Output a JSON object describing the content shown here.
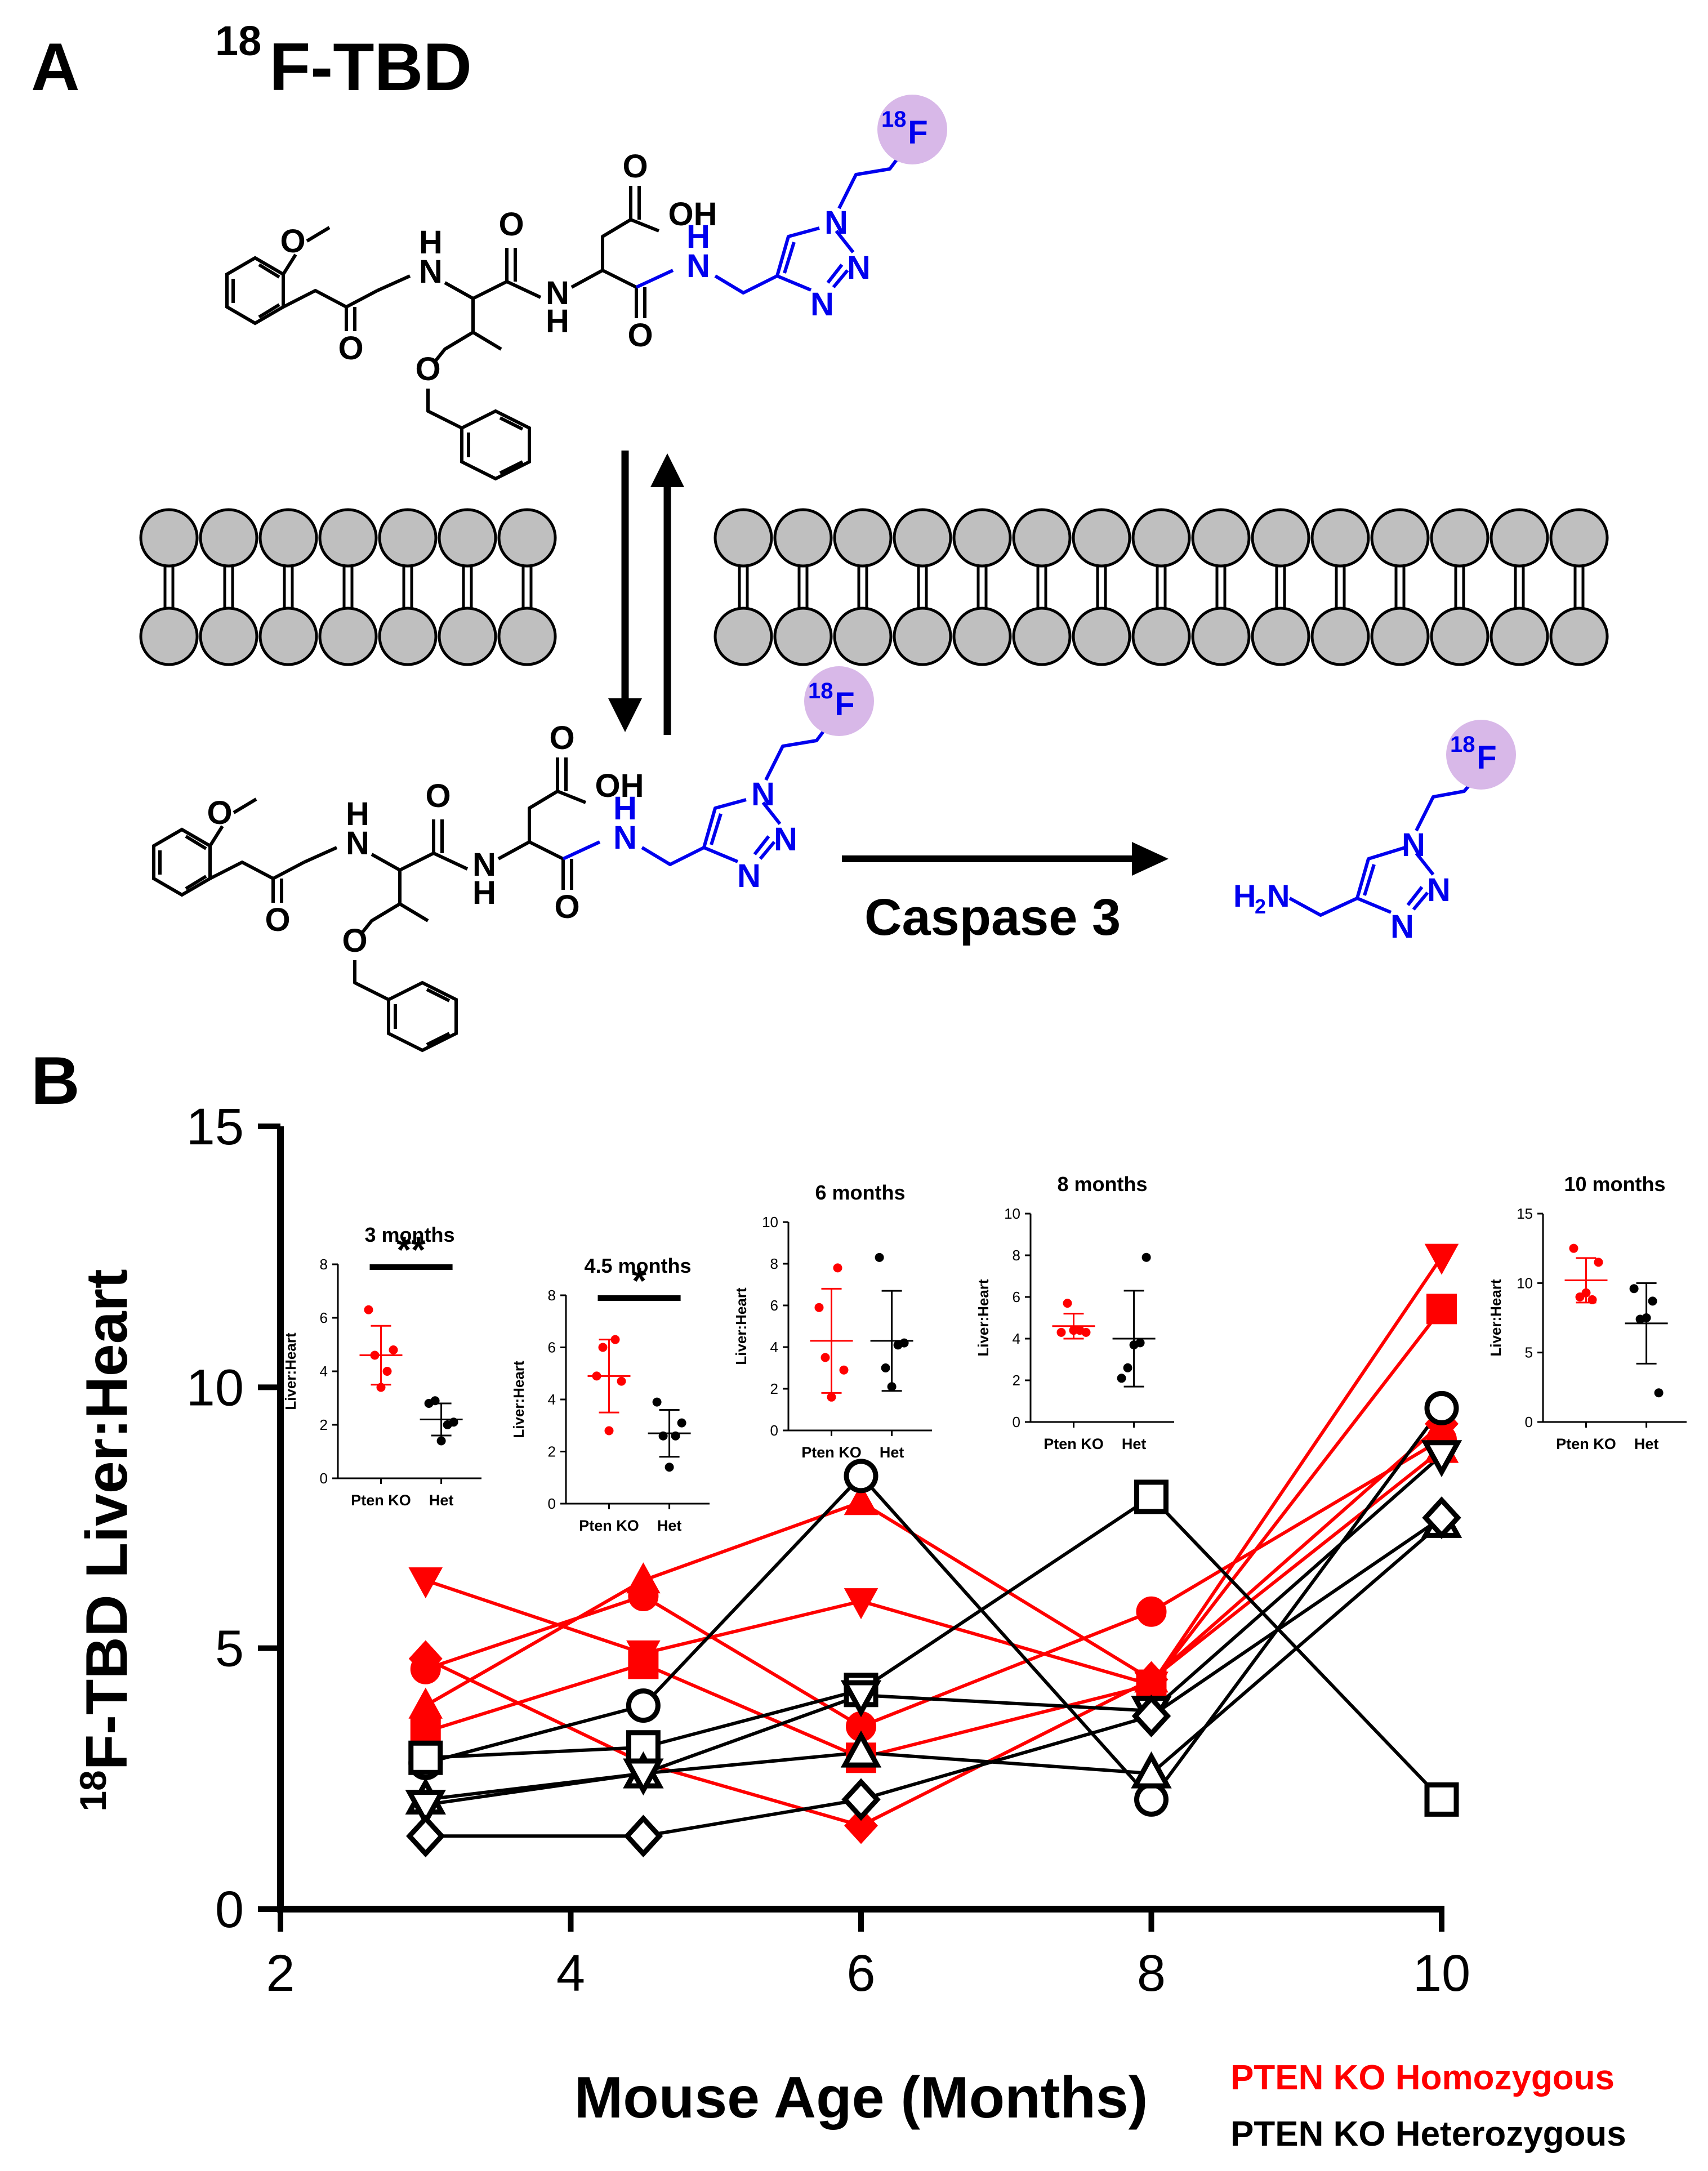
{
  "panel_a": {
    "label": "A",
    "title_sup": "18",
    "title_main": "F-TBD",
    "enzyme": "Caspase 3",
    "atoms": {
      "cooh": "OH",
      "oxygen": "O",
      "nitrogen": "N",
      "hydrogen": "H",
      "fluorine": "F",
      "isotope": "18",
      "amine_h2": "H",
      "amine_sub": "2",
      "amine_n": "N"
    }
  },
  "chart_data": [
    {
      "type": "scatter",
      "panel_label": "B",
      "xlabel": "Mouse Age (Months)",
      "ylabel_sup": "18",
      "ylabel": "F-TBD Liver:Heart",
      "xlim": [
        2,
        10
      ],
      "ylim": [
        0,
        15
      ],
      "xticks": [
        2,
        4,
        6,
        8,
        10
      ],
      "yticks": [
        0,
        5,
        10,
        15
      ],
      "x": [
        3,
        4.5,
        6,
        8,
        10
      ],
      "legend": [
        {
          "label": "PTEN KO Homozygous",
          "color": "#ff0000"
        },
        {
          "label": "PTEN KO Heterozygous",
          "color": "#000000"
        }
      ],
      "series": [
        {
          "group": "homozygous",
          "color": "#ff0000",
          "marker": "triangle-down",
          "filled": true,
          "values": [
            6.3,
            4.9,
            5.9,
            4.3,
            12.5
          ]
        },
        {
          "group": "homozygous",
          "color": "#ff0000",
          "marker": "square",
          "filled": true,
          "values": [
            3.4,
            4.7,
            2.9,
            4.3,
            11.5
          ]
        },
        {
          "group": "homozygous",
          "color": "#ff0000",
          "marker": "circle",
          "filled": true,
          "values": [
            4.6,
            6.0,
            3.5,
            5.7,
            9.0
          ]
        },
        {
          "group": "homozygous",
          "color": "#ff0000",
          "marker": "triangle-up",
          "filled": true,
          "values": [
            3.9,
            6.3,
            7.8,
            4.4,
            8.8
          ]
        },
        {
          "group": "homozygous",
          "color": "#ff0000",
          "marker": "diamond",
          "filled": true,
          "values": [
            4.8,
            2.8,
            1.6,
            4.4,
            9.3
          ]
        },
        {
          "group": "heterozygous",
          "color": "#000000",
          "marker": "circle",
          "filled": false,
          "values": [
            2.8,
            3.9,
            8.3,
            2.1,
            9.6
          ]
        },
        {
          "group": "heterozygous",
          "color": "#000000",
          "marker": "square",
          "filled": false,
          "values": [
            2.9,
            3.1,
            4.2,
            7.9,
            2.1
          ]
        },
        {
          "group": "heterozygous",
          "color": "#000000",
          "marker": "triangle-up",
          "filled": false,
          "values": [
            2.1,
            2.6,
            3.0,
            2.6,
            7.4
          ]
        },
        {
          "group": "heterozygous",
          "color": "#000000",
          "marker": "triangle-down",
          "filled": false,
          "values": [
            2.0,
            2.6,
            4.1,
            3.8,
            8.7
          ]
        },
        {
          "group": "heterozygous",
          "color": "#000000",
          "marker": "diamond",
          "filled": false,
          "values": [
            1.4,
            1.4,
            2.1,
            3.7,
            7.5
          ]
        }
      ]
    },
    {
      "type": "scatter",
      "title": "3 months",
      "ylabel": "Liver:Heart",
      "categories": [
        "Pten KO",
        "Het"
      ],
      "ylim": [
        0,
        8
      ],
      "yticks": [
        0,
        2,
        4,
        6,
        8
      ],
      "significance": "**",
      "groups": [
        {
          "name": "Pten KO",
          "color": "#ff0000",
          "points": [
            6.3,
            4.8,
            4.6,
            4.0,
            3.4
          ],
          "mean": 4.6,
          "sd": 1.1
        },
        {
          "name": "Het",
          "color": "#000000",
          "points": [
            2.8,
            2.1,
            2.9,
            2.0,
            1.4
          ],
          "mean": 2.2,
          "sd": 0.6
        }
      ]
    },
    {
      "type": "scatter",
      "title": "4.5 months",
      "ylabel": "Liver:Heart",
      "categories": [
        "Pten KO",
        "Het"
      ],
      "ylim": [
        0,
        8
      ],
      "yticks": [
        0,
        2,
        4,
        6,
        8
      ],
      "significance": "*",
      "groups": [
        {
          "name": "Pten KO",
          "color": "#ff0000",
          "points": [
            4.9,
            4.7,
            6.0,
            6.3,
            2.8
          ],
          "mean": 4.9,
          "sd": 1.4
        },
        {
          "name": "Het",
          "color": "#000000",
          "points": [
            3.9,
            3.1,
            2.6,
            2.6,
            1.4
          ],
          "mean": 2.7,
          "sd": 0.9
        }
      ]
    },
    {
      "type": "scatter",
      "title": "6 months",
      "ylabel": "Liver:Heart",
      "categories": [
        "Pten KO",
        "Het"
      ],
      "ylim": [
        0,
        10
      ],
      "yticks": [
        0,
        2,
        4,
        6,
        8,
        10
      ],
      "groups": [
        {
          "name": "Pten KO",
          "color": "#ff0000",
          "points": [
            5.9,
            2.9,
            3.5,
            7.8,
            1.6
          ],
          "mean": 4.3,
          "sd": 2.5
        },
        {
          "name": "Het",
          "color": "#000000",
          "points": [
            8.3,
            4.2,
            3.0,
            4.1,
            2.1
          ],
          "mean": 4.3,
          "sd": 2.4
        }
      ]
    },
    {
      "type": "scatter",
      "title": "8 months",
      "ylabel": "Liver:Heart",
      "categories": [
        "Pten KO",
        "Het"
      ],
      "ylim": [
        0,
        10
      ],
      "yticks": [
        0,
        2,
        4,
        6,
        8,
        10
      ],
      "groups": [
        {
          "name": "Pten KO",
          "color": "#ff0000",
          "points": [
            4.3,
            4.3,
            5.7,
            4.4,
            4.4
          ],
          "mean": 4.6,
          "sd": 0.6
        },
        {
          "name": "Het",
          "color": "#000000",
          "points": [
            2.1,
            7.9,
            2.6,
            3.8,
            3.7
          ],
          "mean": 4.0,
          "sd": 2.3
        }
      ]
    },
    {
      "type": "scatter",
      "title": "10 months",
      "ylabel": "Liver:Heart",
      "categories": [
        "Pten KO",
        "Het"
      ],
      "ylim": [
        0,
        15
      ],
      "yticks": [
        0,
        5,
        10,
        15
      ],
      "groups": [
        {
          "name": "Pten KO",
          "color": "#ff0000",
          "points": [
            12.5,
            11.5,
            9.0,
            8.8,
            9.3
          ],
          "mean": 10.2,
          "sd": 1.6
        },
        {
          "name": "Het",
          "color": "#000000",
          "points": [
            9.6,
            2.1,
            7.4,
            8.7,
            7.5
          ],
          "mean": 7.1,
          "sd": 2.9
        }
      ]
    }
  ]
}
